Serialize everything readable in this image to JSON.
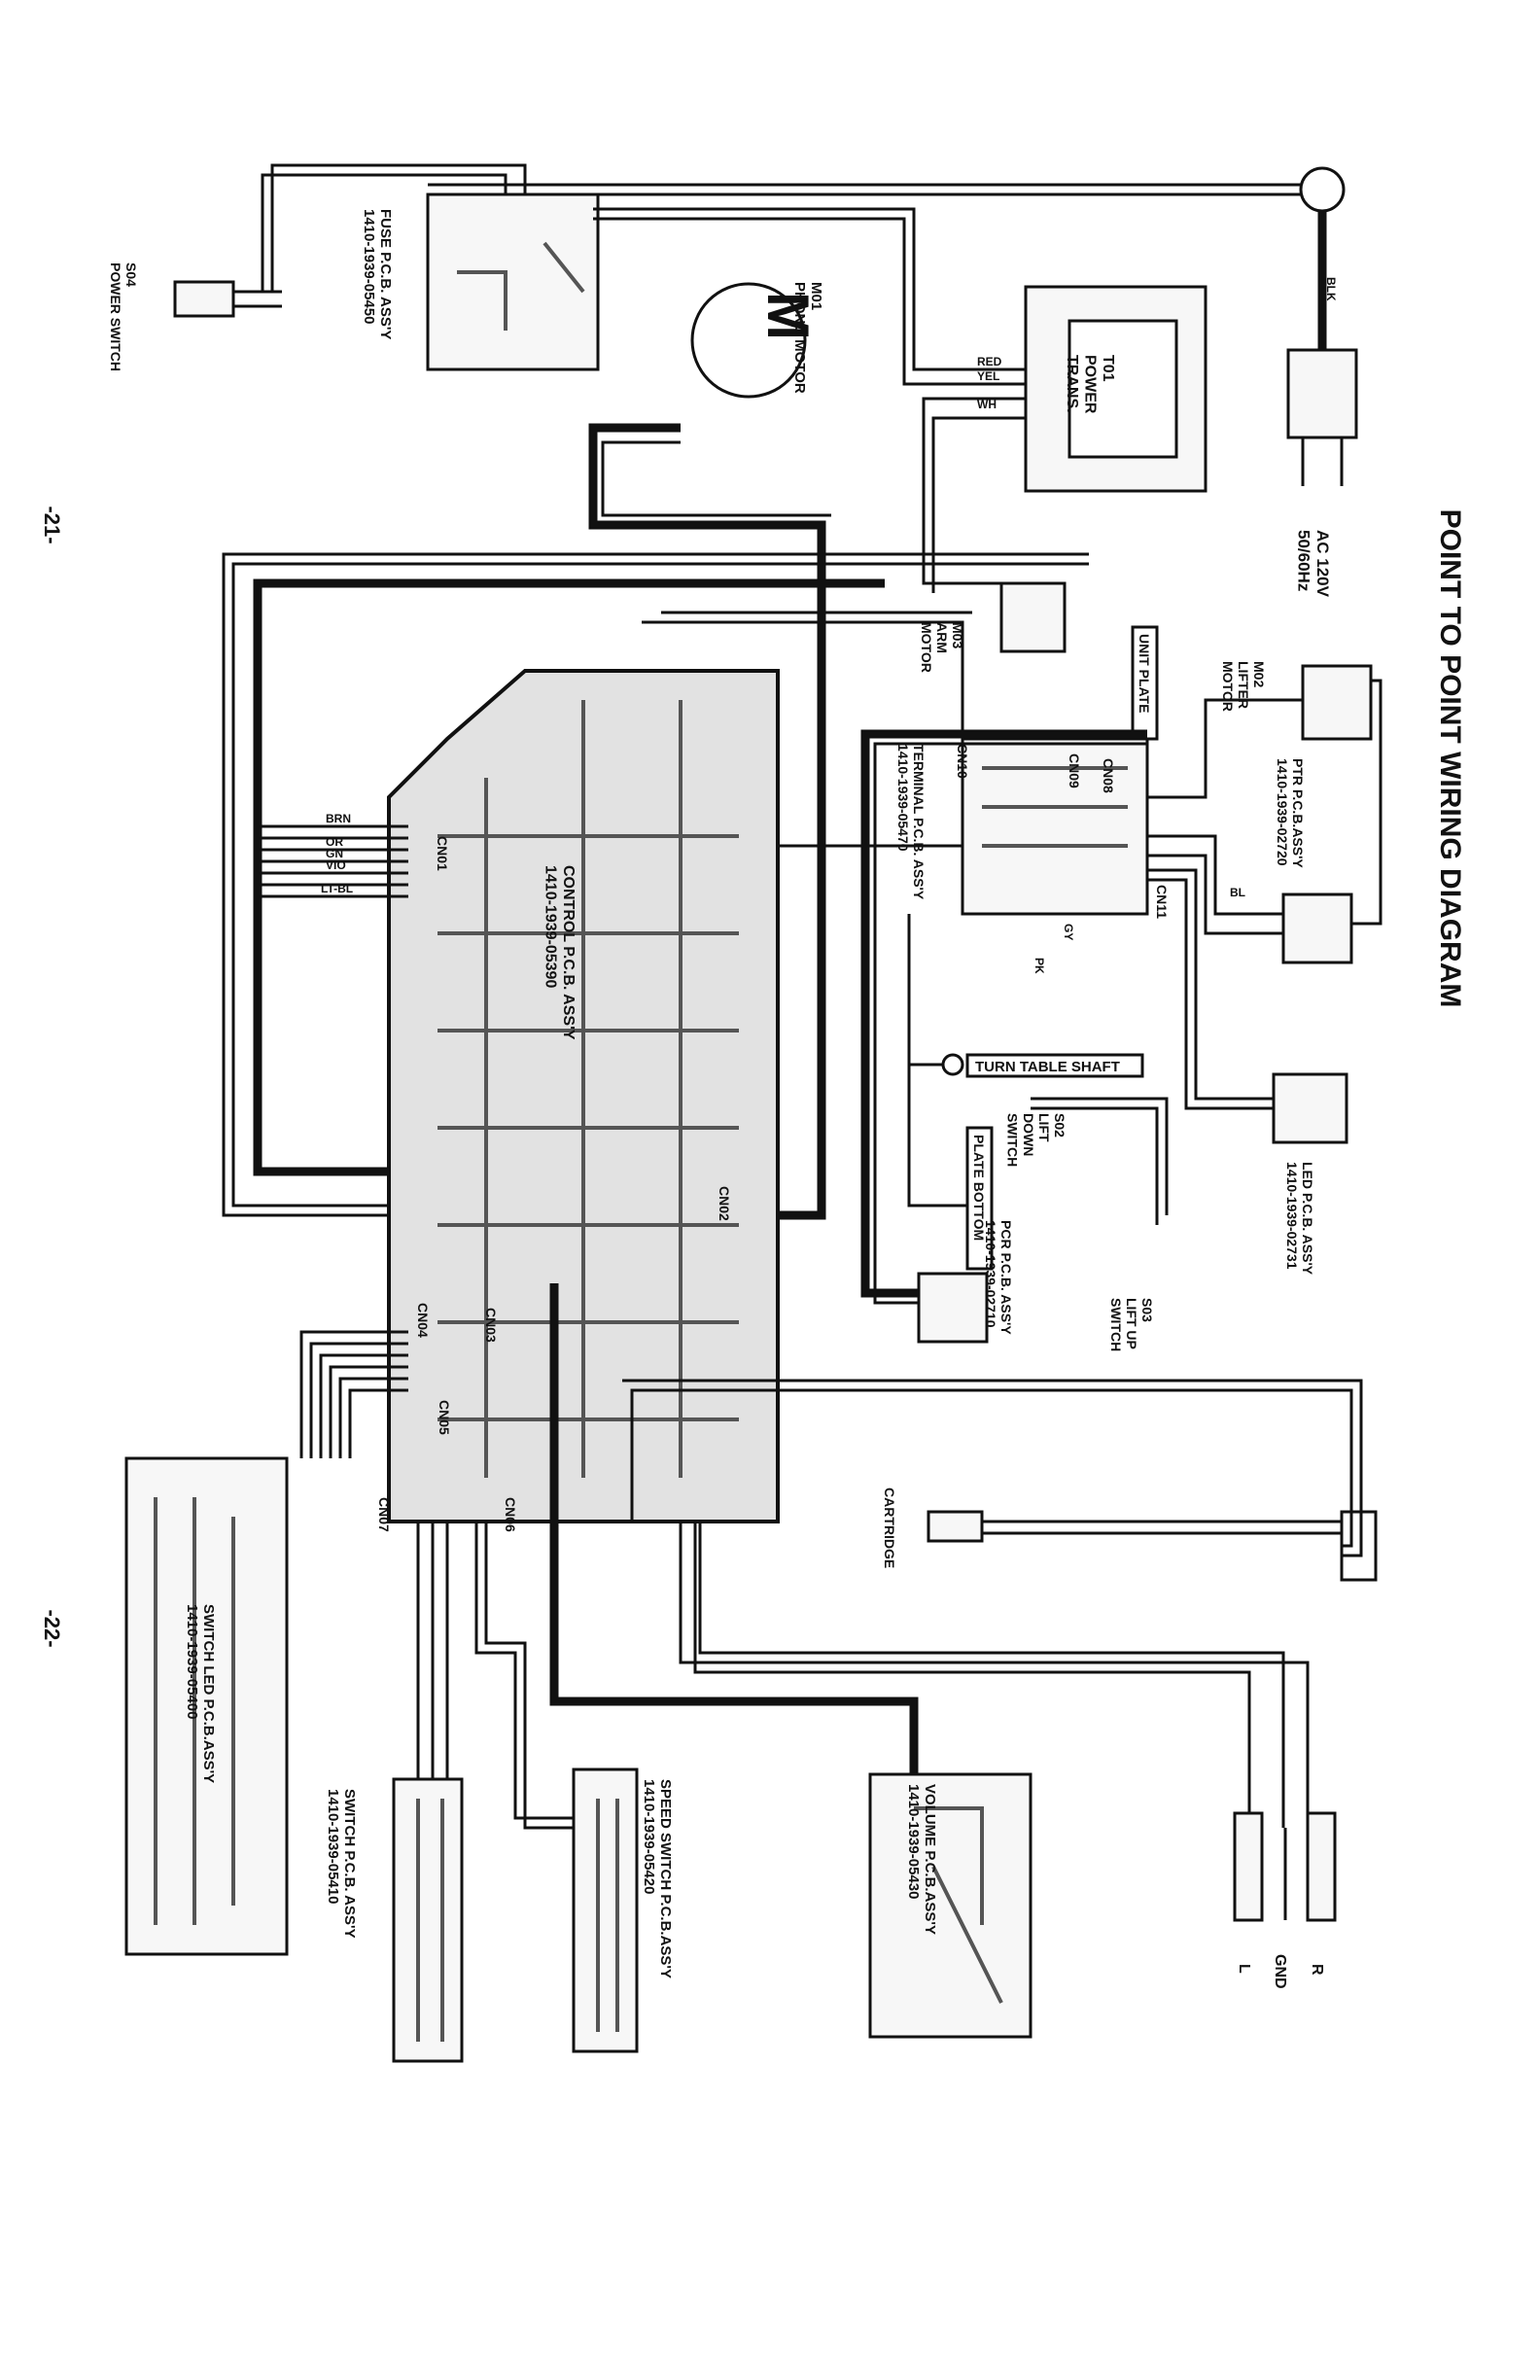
{
  "title": "POINT TO POINT WIRING DIAGRAM",
  "page_numbers": [
    "-21-",
    "-22-"
  ],
  "power": {
    "plug_label": "AC 120V\n50/60Hz"
  },
  "transformer": {
    "label": "T01\nPOWER\nTRANS."
  },
  "fuse_pcb": {
    "label": "FUSE P.C.B. ASS'Y\n1410-1939-05450"
  },
  "power_switch": {
    "label": "S04\nPOWER SWITCH"
  },
  "phono_motor": {
    "label": "M01\nPHONO MOTOR"
  },
  "arm_motor": {
    "label": "M03\nARM\nMOTOR"
  },
  "lifter_motor": {
    "label": "M02\nLIFTER\nMOTOR"
  },
  "unit_plate": "UNIT PLATE",
  "ptr_pcb": {
    "label": "PTR P.C.B.ASS'Y\n1410-1939-02720"
  },
  "terminal_pcb": {
    "label": "TERMINAL P.C.B. ASS'Y\n1410-1939-05470"
  },
  "control_pcb": {
    "label": "CONTROL P.C.B. ASS'Y\n1410-1939-05390"
  },
  "turntable_shaft": "TURN TABLE SHAFT",
  "plate_bottom": "PLATE BOTTOM",
  "led_pcb": {
    "label": "LED P.C.B. ASS'Y\n1410-1939-02731"
  },
  "s02": {
    "label": "S02\nLIFT\nDOWN\nSWITCH"
  },
  "s03": {
    "label": "S03\nLIFT UP\nSWITCH"
  },
  "pcr_pcb": {
    "label": "PCR P.C.B. ASS'Y\n1410-1939-02710"
  },
  "cartridge": "CARTRIDGE",
  "outputs": {
    "r": "R",
    "gnd": "GND",
    "l": "L"
  },
  "switch_led_pcb": {
    "label": "SWITCH LED P.C.B.ASS'Y\n1410-1939-05400"
  },
  "switch_pcb": {
    "label": "SWITCH P.C.B. ASS'Y\n1410-1939-05410"
  },
  "speed_switch_pcb": {
    "label": "SPEED SWITCH P.C.B.ASS'Y\n1410-1939-05420"
  },
  "volume_pcb": {
    "label": "VOLUME P.C.B.ASS'Y\n1410-1939-05430"
  },
  "connectors": [
    "CN01",
    "CN02",
    "CN03",
    "CN04",
    "CN05",
    "CN06",
    "CN07",
    "CN08",
    "CN09",
    "CN10",
    "CN11"
  ],
  "wire_colors": {
    "blk": "BLK",
    "wh": "WH",
    "yel": "YEL",
    "red": "RED",
    "brn": "BRN",
    "or": "OR",
    "gn": "GN",
    "bl": "BL",
    "vio": "VIO",
    "gy": "GY",
    "lt_bl": "LT-BL",
    "pk": "PK"
  }
}
